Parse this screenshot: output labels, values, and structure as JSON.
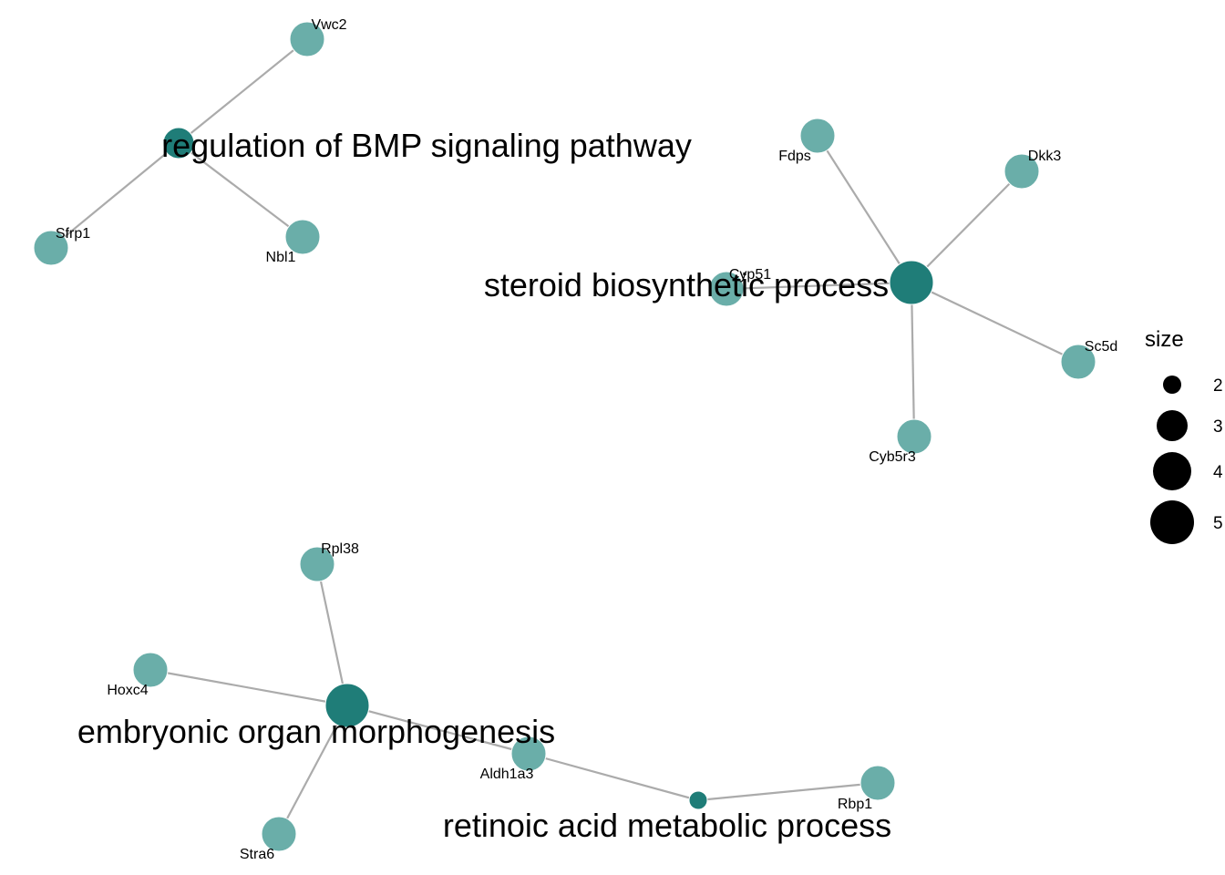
{
  "network": {
    "terms": [
      {
        "id": "bmp",
        "label": "regulation of BMP signaling pathway",
        "size": 3
      },
      {
        "id": "steroid",
        "label": "steroid biosynthetic process",
        "size": 5
      },
      {
        "id": "embryonic",
        "label": "embryonic organ morphogenesis",
        "size": 5
      },
      {
        "id": "retinoic",
        "label": "retinoic acid metabolic process",
        "size": 2
      }
    ],
    "genes": [
      {
        "id": "Vwc2",
        "label": "Vwc2"
      },
      {
        "id": "Sfrp1",
        "label": "Sfrp1"
      },
      {
        "id": "Nbl1",
        "label": "Nbl1"
      },
      {
        "id": "Fdps",
        "label": "Fdps"
      },
      {
        "id": "Dkk3",
        "label": "Dkk3"
      },
      {
        "id": "Cyp51",
        "label": "Cyp51"
      },
      {
        "id": "Sc5d",
        "label": "Sc5d"
      },
      {
        "id": "Cyb5r3",
        "label": "Cyb5r3"
      },
      {
        "id": "Rpl38",
        "label": "Rpl38"
      },
      {
        "id": "Hoxc4",
        "label": "Hoxc4"
      },
      {
        "id": "Aldh1a3",
        "label": "Aldh1a3"
      },
      {
        "id": "Stra6",
        "label": "Stra6"
      },
      {
        "id": "Rbp1",
        "label": "Rbp1"
      }
    ],
    "edges": [
      {
        "source": "bmp",
        "target": "Vwc2"
      },
      {
        "source": "bmp",
        "target": "Sfrp1"
      },
      {
        "source": "bmp",
        "target": "Nbl1"
      },
      {
        "source": "steroid",
        "target": "Fdps"
      },
      {
        "source": "steroid",
        "target": "Dkk3"
      },
      {
        "source": "steroid",
        "target": "Cyp51"
      },
      {
        "source": "steroid",
        "target": "Sc5d"
      },
      {
        "source": "steroid",
        "target": "Cyb5r3"
      },
      {
        "source": "embryonic",
        "target": "Rpl38"
      },
      {
        "source": "embryonic",
        "target": "Hoxc4"
      },
      {
        "source": "embryonic",
        "target": "Aldh1a3"
      },
      {
        "source": "embryonic",
        "target": "Stra6"
      },
      {
        "source": "retinoic",
        "target": "Aldh1a3"
      },
      {
        "source": "retinoic",
        "target": "Rbp1"
      }
    ]
  },
  "legend": {
    "title": "size",
    "entries": [
      {
        "value": 2,
        "label": "2"
      },
      {
        "value": 3,
        "label": "3"
      },
      {
        "value": 4,
        "label": "4"
      },
      {
        "value": 5,
        "label": "5"
      }
    ]
  },
  "colors": {
    "term_node": "#1f7d78",
    "gene_node": "#6aaea9",
    "edge": "#ababab",
    "text": "#000000"
  }
}
